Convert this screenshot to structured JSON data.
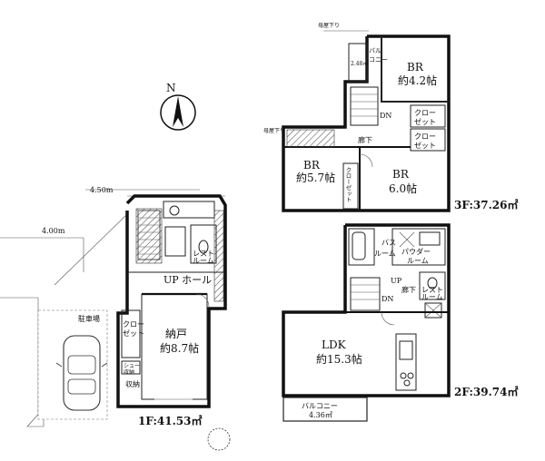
{
  "compass": {
    "north_label": "N"
  },
  "site": {
    "road_width_upper": "4.50m",
    "road_width_lower": "4.00m",
    "parking_label": "駐車場"
  },
  "floor1": {
    "area_label": "1F:41.53㎡",
    "storage_room": [
      "納戸",
      "約8.7帖"
    ],
    "closet": [
      "クロー",
      "ゼット"
    ],
    "hall": "UP ホール",
    "restroom": [
      "レスト",
      "ルーム"
    ],
    "shoe_storage": [
      "シュー",
      "収納"
    ],
    "storage": "収納"
  },
  "floor2": {
    "area_label": "2F:39.74㎡",
    "ldk": [
      "LDK",
      "約15.3帖"
    ],
    "bathroom": [
      "バス",
      "ルーム"
    ],
    "powder_room": [
      "パウダー",
      "ルーム"
    ],
    "restroom": [
      "レスト",
      "ルーム"
    ],
    "hallway": "廊下",
    "stairs_up": "UP",
    "stairs_down": "DN",
    "balcony": [
      "バルコニー",
      "4.36㎡"
    ]
  },
  "floor3": {
    "area_label": "3F:37.26㎡",
    "bedroom_a": [
      "BR",
      "約4.2帖"
    ],
    "bedroom_b": [
      "BR",
      "約5.7帖"
    ],
    "bedroom_c": [
      "BR",
      "6.0帖"
    ],
    "closet": [
      "クロー",
      "ゼット"
    ],
    "closet_vertical": "クローゼット",
    "hallway": "廊下",
    "stairs_down": "DN",
    "balcony": [
      "バル",
      "コニー"
    ],
    "balcony_area": "2.48㎡",
    "eaves_note": "母屋下り"
  }
}
